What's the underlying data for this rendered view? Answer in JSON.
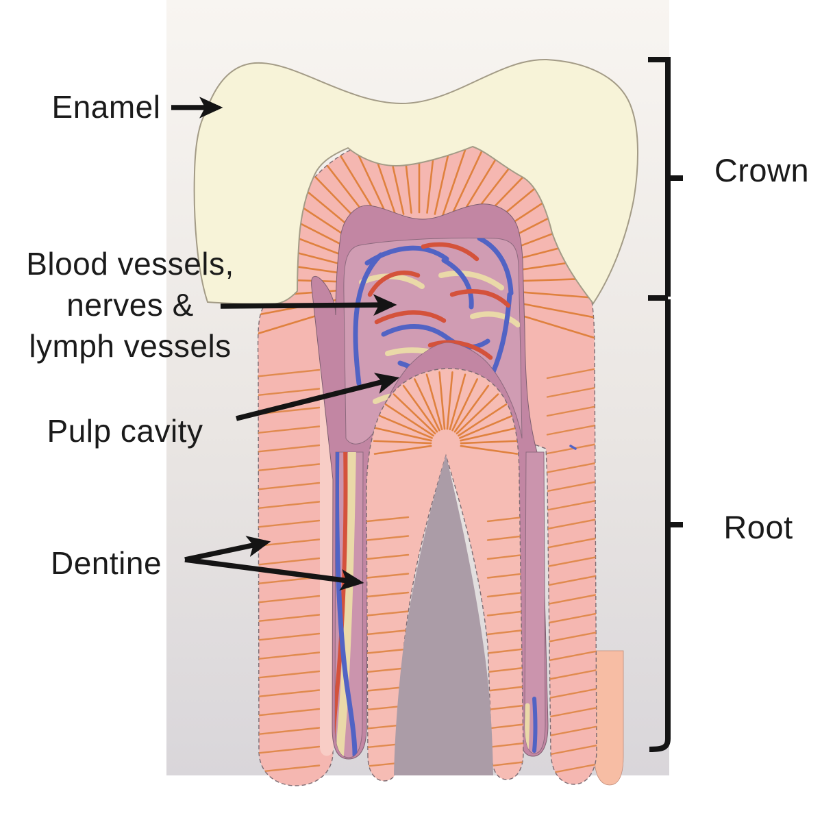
{
  "figure": {
    "type": "labeled anatomical diagram",
    "subject": "Cross-section paper model of a human tooth"
  },
  "labels": {
    "enamel": "Enamel",
    "vessels_line1": "Blood vessels,",
    "vessels_line2": "nerves &",
    "vessels_line3": "lymph vessels",
    "pulp_cavity": "Pulp cavity",
    "dentine": "Dentine",
    "crown": "Crown",
    "root": "Root"
  },
  "colors": {
    "enamel": "#f7f3d8",
    "dentine_pink": "#f5b7b1",
    "dentine_line_orange": "#df813e",
    "pulp_dark_mauve": "#c286a3",
    "pulp_light_mauve": "#d09cb3",
    "vessel_blue": "#5163c4",
    "vessel_red": "#d4523b",
    "vessel_cream": "#ead9a8",
    "background_card": "#e9e5e2",
    "annotation_black": "#1a1a1a"
  }
}
